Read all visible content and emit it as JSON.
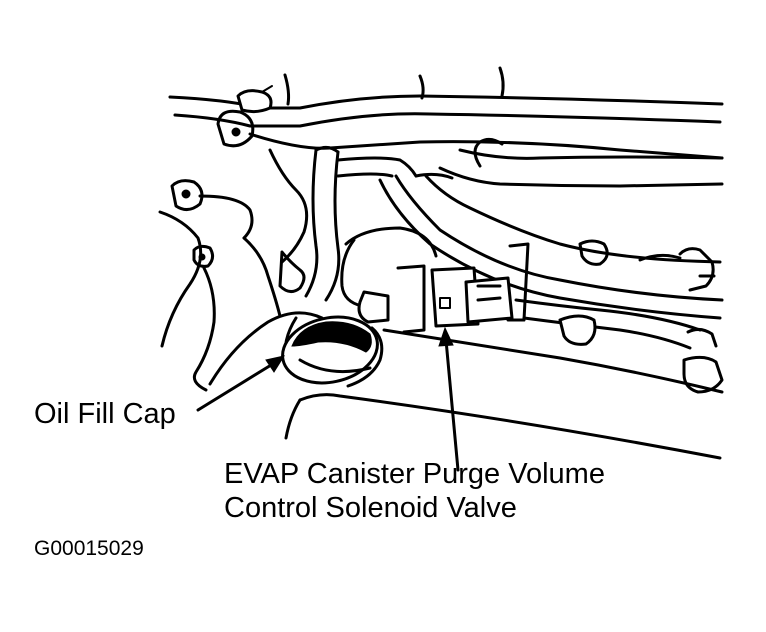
{
  "labels": {
    "oil_fill_cap": "Oil Fill Cap",
    "evap_line1": "EVAP Canister Purge Volume",
    "evap_line2": "Control Solenoid Valve"
  },
  "figure_id": "G00015029",
  "colors": {
    "line": "#000000",
    "background": "#ffffff"
  }
}
